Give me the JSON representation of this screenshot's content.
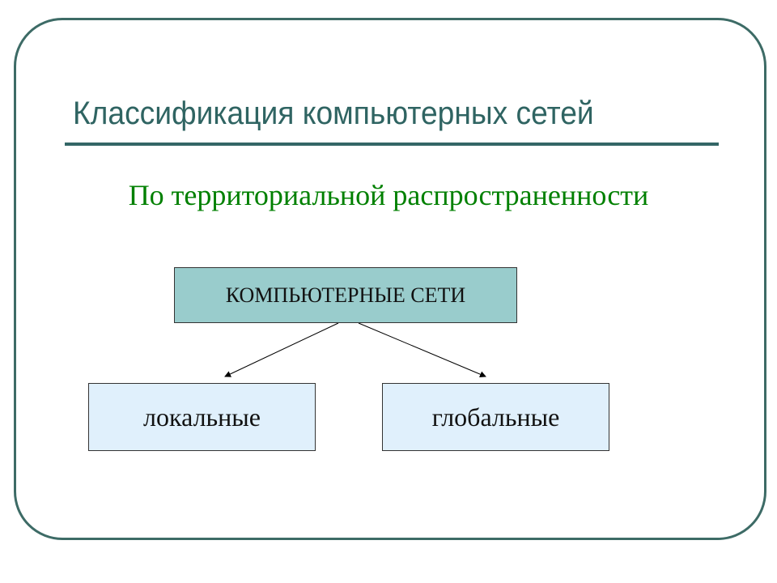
{
  "slide": {
    "title": "Классификация компьютерных сетей",
    "subtitle": "По территориальной распространенности",
    "colors": {
      "frame": "#3d6b66",
      "title": "#2f6462",
      "subtitle": "#008000",
      "root_fill": "#99cccc",
      "leaf_fill": "#e0f0fc"
    }
  },
  "diagram": {
    "root": "КОМПЬЮТЕРНЫЕ СЕТИ",
    "children": [
      "локальные",
      "глобальные"
    ]
  }
}
